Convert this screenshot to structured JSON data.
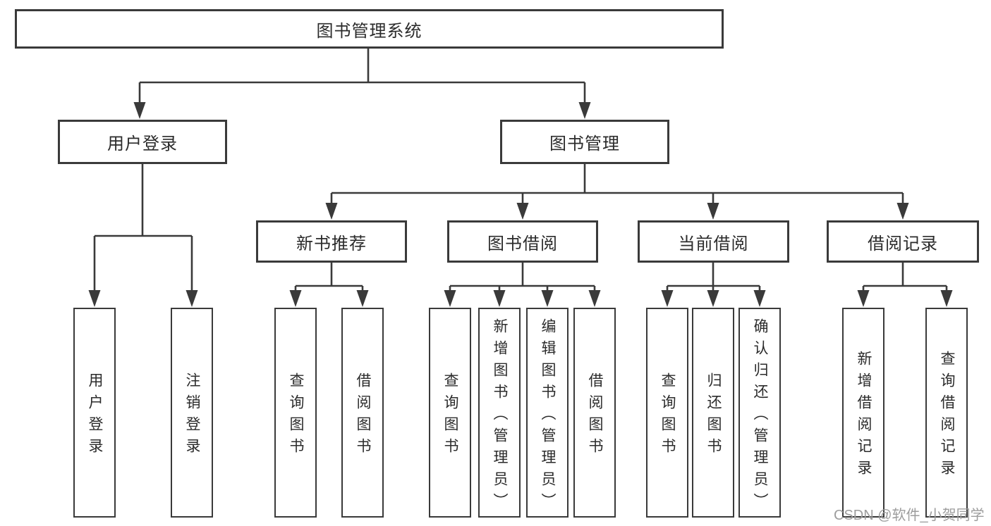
{
  "title": {
    "label": "图书管理系统"
  },
  "branches": [
    {
      "label": "用户登录",
      "children": [
        {
          "label": "用户登录"
        },
        {
          "label": "注销登录"
        }
      ]
    },
    {
      "label": "图书管理",
      "children": [
        {
          "label": "新书推荐",
          "children": [
            {
              "label": "查询图书"
            },
            {
              "label": "借阅图书"
            }
          ]
        },
        {
          "label": "图书借阅",
          "children": [
            {
              "label": "查询图书"
            },
            {
              "label": "新增图书（管理员）"
            },
            {
              "label": "编辑图书（管理员）"
            },
            {
              "label": "借阅图书"
            }
          ]
        },
        {
          "label": "当前借阅",
          "children": [
            {
              "label": "查询图书"
            },
            {
              "label": "归还图书"
            },
            {
              "label": "确认归还（管理员）"
            }
          ]
        },
        {
          "label": "借阅记录",
          "children": [
            {
              "label": "新增借阅记录"
            },
            {
              "label": "查询借阅记录"
            }
          ]
        }
      ]
    }
  ],
  "watermark": {
    "text": "CSDN @软件_小贺同学"
  },
  "colors": {
    "line": "#3a3a3a",
    "border": "#3a3a3a",
    "text": "#2b2b2b",
    "watermark": "#9d9d9d",
    "background": "#ffffff"
  }
}
